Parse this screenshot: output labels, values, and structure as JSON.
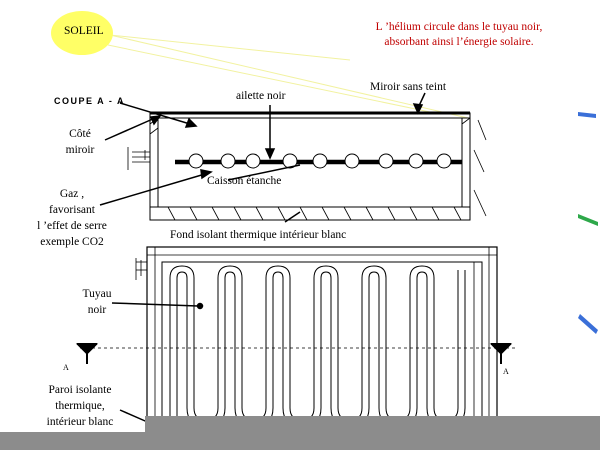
{
  "labels": {
    "soleil": "SOLEIL",
    "helium_line1": "L ’hélium circule dans le tuyau noir,",
    "helium_line2": "absorbant ainsi l’énergie solaire.",
    "section": "COUPE A - A",
    "ailette": "ailette noir",
    "miroir_sans_teint": "Miroir sans teint",
    "cote_miroir_1": "Côté",
    "cote_miroir_2": "miroir",
    "caisson": "Caisson étanche",
    "gaz_1": "Gaz ,",
    "gaz_2": "favorisant",
    "gaz_3": "l ’effet de serre",
    "gaz_4": "exemple CO2",
    "fond_isolant": "Fond isolant thermique intérieur blanc",
    "tuyau_1": "Tuyau",
    "tuyau_2": "noir",
    "marker_left": "A",
    "marker_right": "A",
    "paroi_1": "Paroi  isolante",
    "paroi_2": "thermique,",
    "paroi_3": "intérieur blanc"
  },
  "colors": {
    "sun_fill": "#ffff66",
    "sun_rays": "#f2f2a0",
    "text_red": "#c00000",
    "dashes_blue": "#3a6fd8",
    "dashes_green": "#2ea84a",
    "bottom_bar": "#8c8c8c"
  }
}
